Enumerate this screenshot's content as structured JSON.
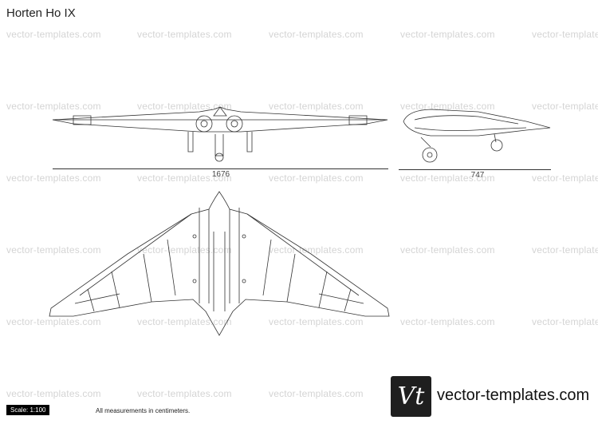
{
  "title": "Horten Ho IX",
  "watermark_text": "vector-templates.com",
  "dimensions": {
    "front_span": "1676",
    "side_length": "747"
  },
  "footer": {
    "scale": "Scale: 1:100",
    "note": "All measurements in centimeters.",
    "brand": "vector-templates.com",
    "logo_text": "Vt"
  },
  "colors": {
    "line": "#333333",
    "watermark": "#d4d4d4",
    "logo_bg": "#1f1f1f"
  }
}
